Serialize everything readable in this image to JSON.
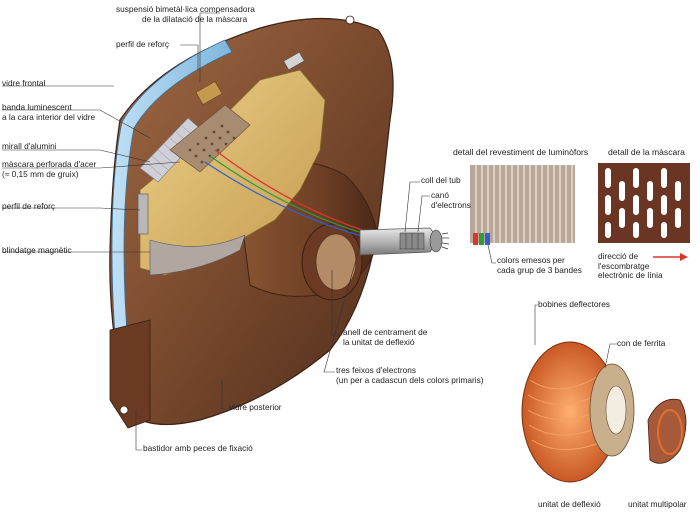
{
  "colors": {
    "shell": "#7a4a2e",
    "shell_dark": "#5a3320",
    "glass_blue": "#8fc3e6",
    "gold": "#d9b76a",
    "phosphor": "#b9a89a",
    "mask": "#6a3522",
    "coil_orange": "#e2702f",
    "arrow_red": "#d8372a",
    "leader": "#333333"
  },
  "labels": {
    "bimetal_line1": "suspensió bimetàl·lica compensadora",
    "bimetal_line2": "de la dilatació de la màscara",
    "perfil_top": "perfil de reforç",
    "vidre_frontal": "vidre frontal",
    "banda_line1": "banda luminescent",
    "banda_line2": "a la cara interior del vidre",
    "mirall": "mirall d'alumini",
    "mascara_line1": "màscara perforada d'acer",
    "mascara_line2": "(≈ 0,15 mm de gruix)",
    "perfil_left": "perfil de reforç",
    "blindatge": "blindatge magnètic",
    "coll": "coll del tub",
    "cano_line1": "canó",
    "cano_line2": "d'electrons",
    "anell_line1": "anell de centrament de",
    "anell_line2": "la unitat de deflexió",
    "feixos_line1": "tres feixos d'electrons",
    "feixos_line2": "(un per a cadascun dels colors primaris)",
    "vidre_posterior": "vidre posterior",
    "bastidor": "bastidor amb peces de fixació",
    "detall_revestiment": "detall del revestiment de luminòfors",
    "detall_mascara": "detall de la màscara",
    "colors_line1": "colors emesos per",
    "colors_line2": "cada grup de 3 bandes",
    "direccio_line1": "direcció de",
    "direccio_line2": "l'escombratge",
    "direccio_line3": "electrònic de línia",
    "bobines": "bobines deflectores",
    "ferrita": "con de ferrita",
    "unitat_deflexio": "unitat de deflexió",
    "unitat_multipolar": "unitat multipolar"
  }
}
